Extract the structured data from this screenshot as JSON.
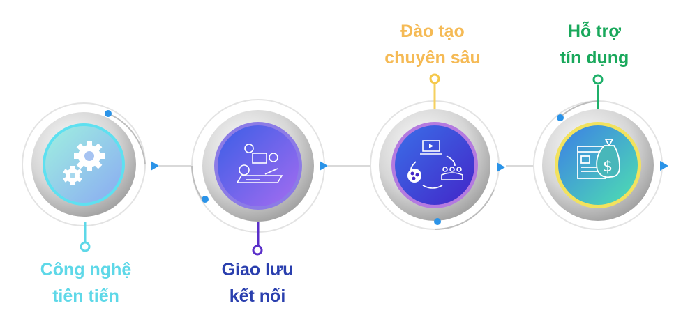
{
  "colors": {
    "connector": "#d9d9d9",
    "arrow": "#2a93e8",
    "dot": "#2a93e8"
  },
  "steps": [
    {
      "line1": "Công nghệ",
      "line2": "tiên tiến",
      "color": "#5ed8e8",
      "icon": "gears-icon"
    },
    {
      "line1": "Giao lưu",
      "line2": "kết nối",
      "color": "#2a3fae",
      "icon": "meeting-icon"
    },
    {
      "line1": "Đào tạo",
      "line2": "chuyên sâu",
      "color": "#f5ba55",
      "icon": "training-icon"
    },
    {
      "line1": "Hỗ trợ",
      "line2": "tín dụng",
      "color": "#19a85b",
      "icon": "money-bag-icon"
    }
  ]
}
